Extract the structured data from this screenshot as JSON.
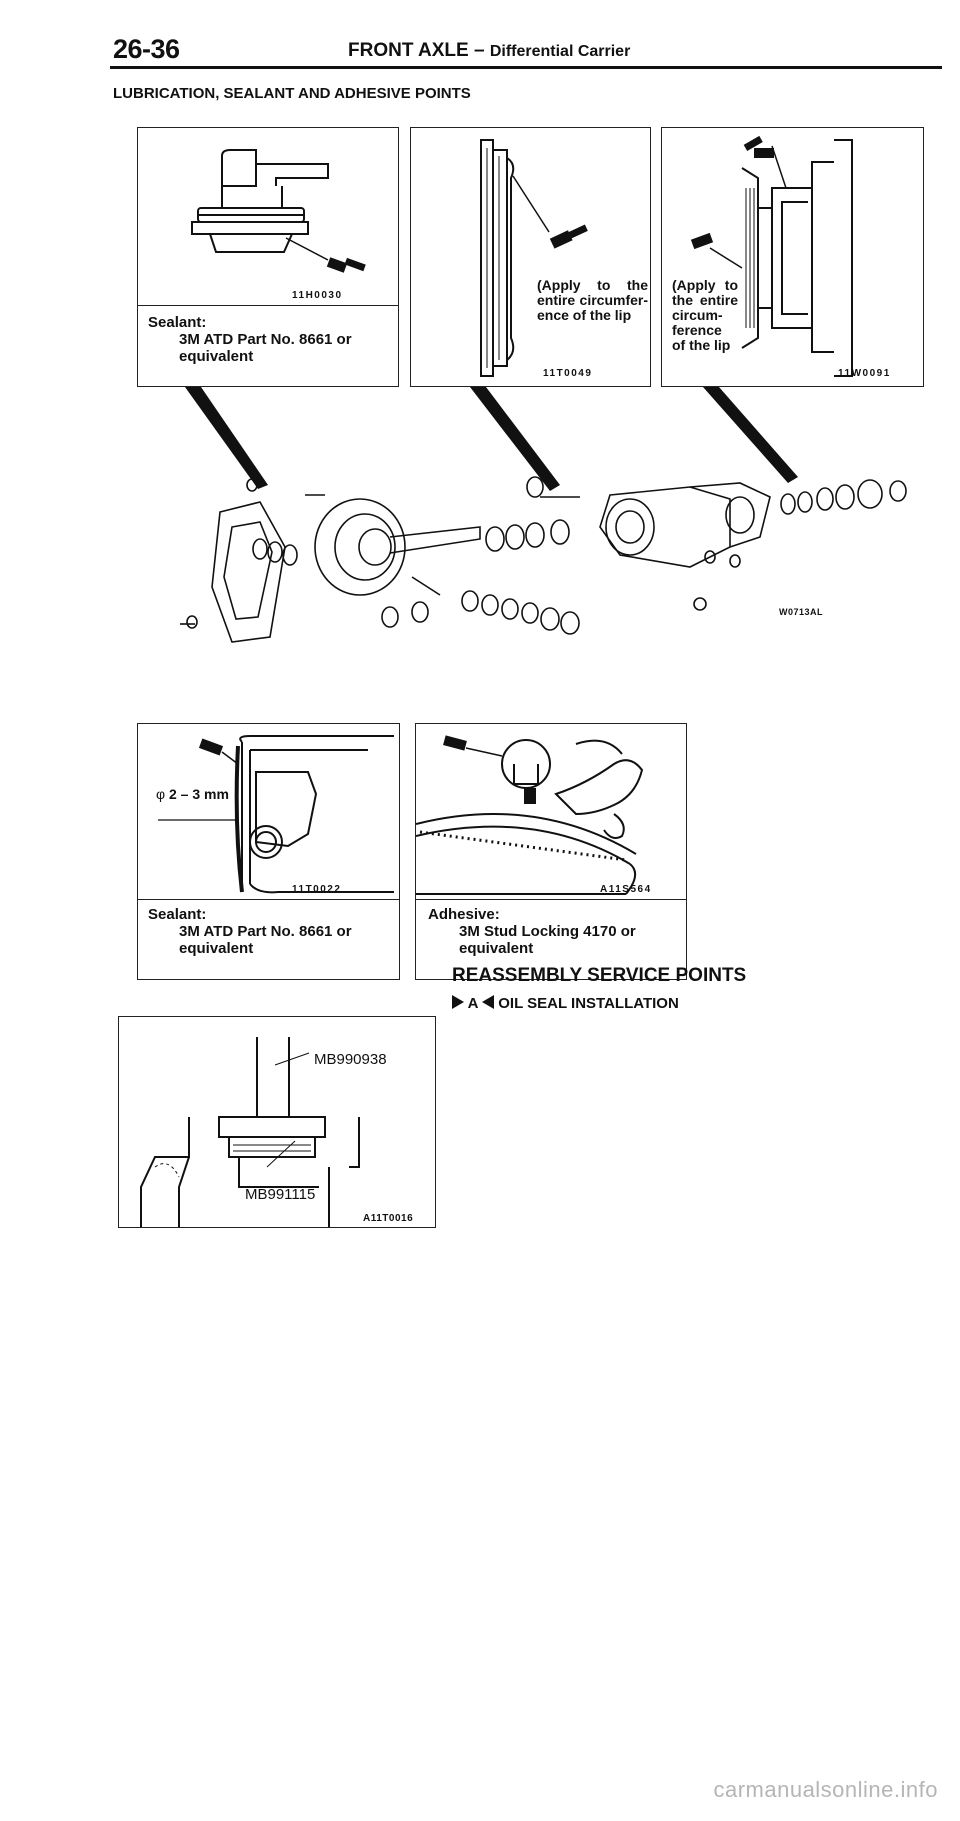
{
  "header": {
    "page_number": "26-36",
    "title": "FRONT AXLE –",
    "subtitle": "Differential Carrier"
  },
  "section_title": "LUBRICATION, SEALANT AND ADHESIVE POINTS",
  "panels": {
    "p1": {
      "code": "11H0030",
      "caption_head": "Sealant:",
      "caption_body": "3M ATD Part No. 8661 or",
      "caption_tail": "equivalent"
    },
    "p2": {
      "code": "11T0049",
      "note": "(Apply to the entire circumfer-ence of the lip"
    },
    "p3": {
      "code": "11W0091",
      "note": "(Apply to the entire circum-ference of the lip"
    },
    "p4": {
      "code": "11T0022",
      "dimension": "2 – 3 mm",
      "phi": "φ",
      "caption_head": "Sealant:",
      "caption_body": "3M ATD Part No. 8661 or",
      "caption_tail": "equivalent"
    },
    "p5": {
      "code": "A11S564",
      "caption_head": "Adhesive:",
      "caption_body": "3M Stud Locking 4170 or",
      "caption_tail": "equivalent"
    },
    "p6": {
      "code": "A11T0016",
      "tool1": "MB990938",
      "tool2": "MB991115"
    }
  },
  "exploded_view_code": "W0713AL",
  "reassembly": {
    "title": "REASSEMBLY SERVICE POINTS",
    "marker": "A",
    "item": "OIL SEAL INSTALLATION"
  },
  "watermark": "carmanualsonline.info"
}
